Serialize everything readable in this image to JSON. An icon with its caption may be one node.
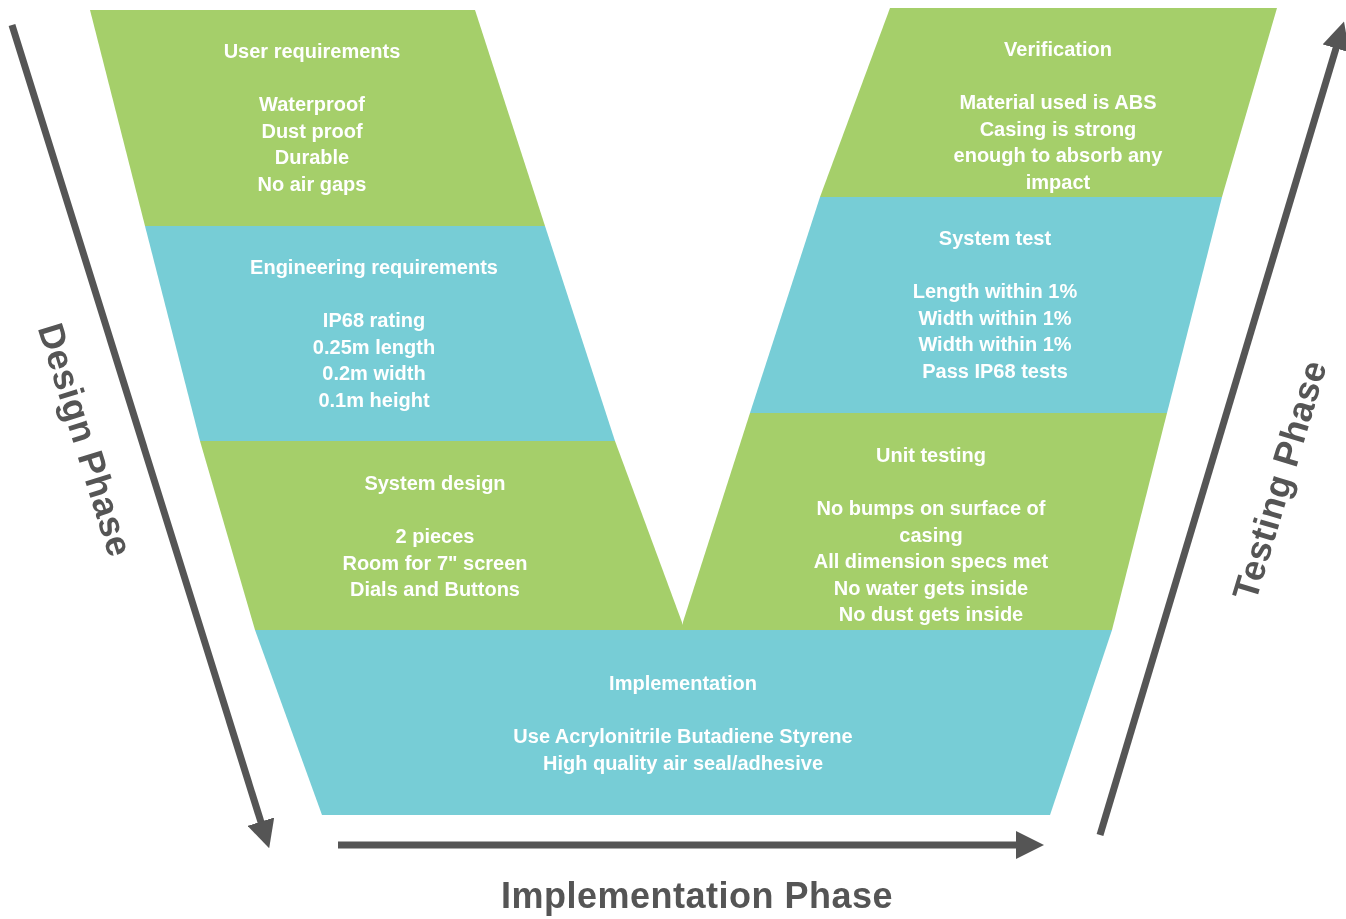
{
  "diagram": {
    "nodes": [
      {
        "text": [
          "User requirements",
          "Waterproof",
          "Dust proof",
          "Durable",
          "No air gaps"
        ]
      },
      {
        "text": [
          "Engineering requirements",
          "IP68 rating",
          "0.25m length",
          "0.2m width",
          "0.1m height"
        ]
      },
      {
        "text": [
          "System design",
          "2 pieces",
          "Room for 7\" screen",
          "Dials and Buttons"
        ]
      },
      {
        "text": [
          "Implementation",
          "Use Acrylonitrile Butadiene Styrene",
          "High quality air seal/adhesive"
        ]
      },
      {
        "text": [
          "Unit testing",
          "No bumps on surface of casing",
          "All dimension specs met",
          "No water gets inside",
          "No dust gets inside"
        ]
      },
      {
        "text": [
          "System test",
          "Length within 1%",
          "Width within 1%",
          "Width within 1%",
          "Pass IP68 tests"
        ]
      },
      {
        "text": [
          "Verification",
          "Material used is ABS",
          "Casing is strong enough to absorb any impact"
        ]
      }
    ],
    "labels": [
      "Design Phase",
      "Testing Phase",
      "Implementation Phase"
    ]
  }
}
